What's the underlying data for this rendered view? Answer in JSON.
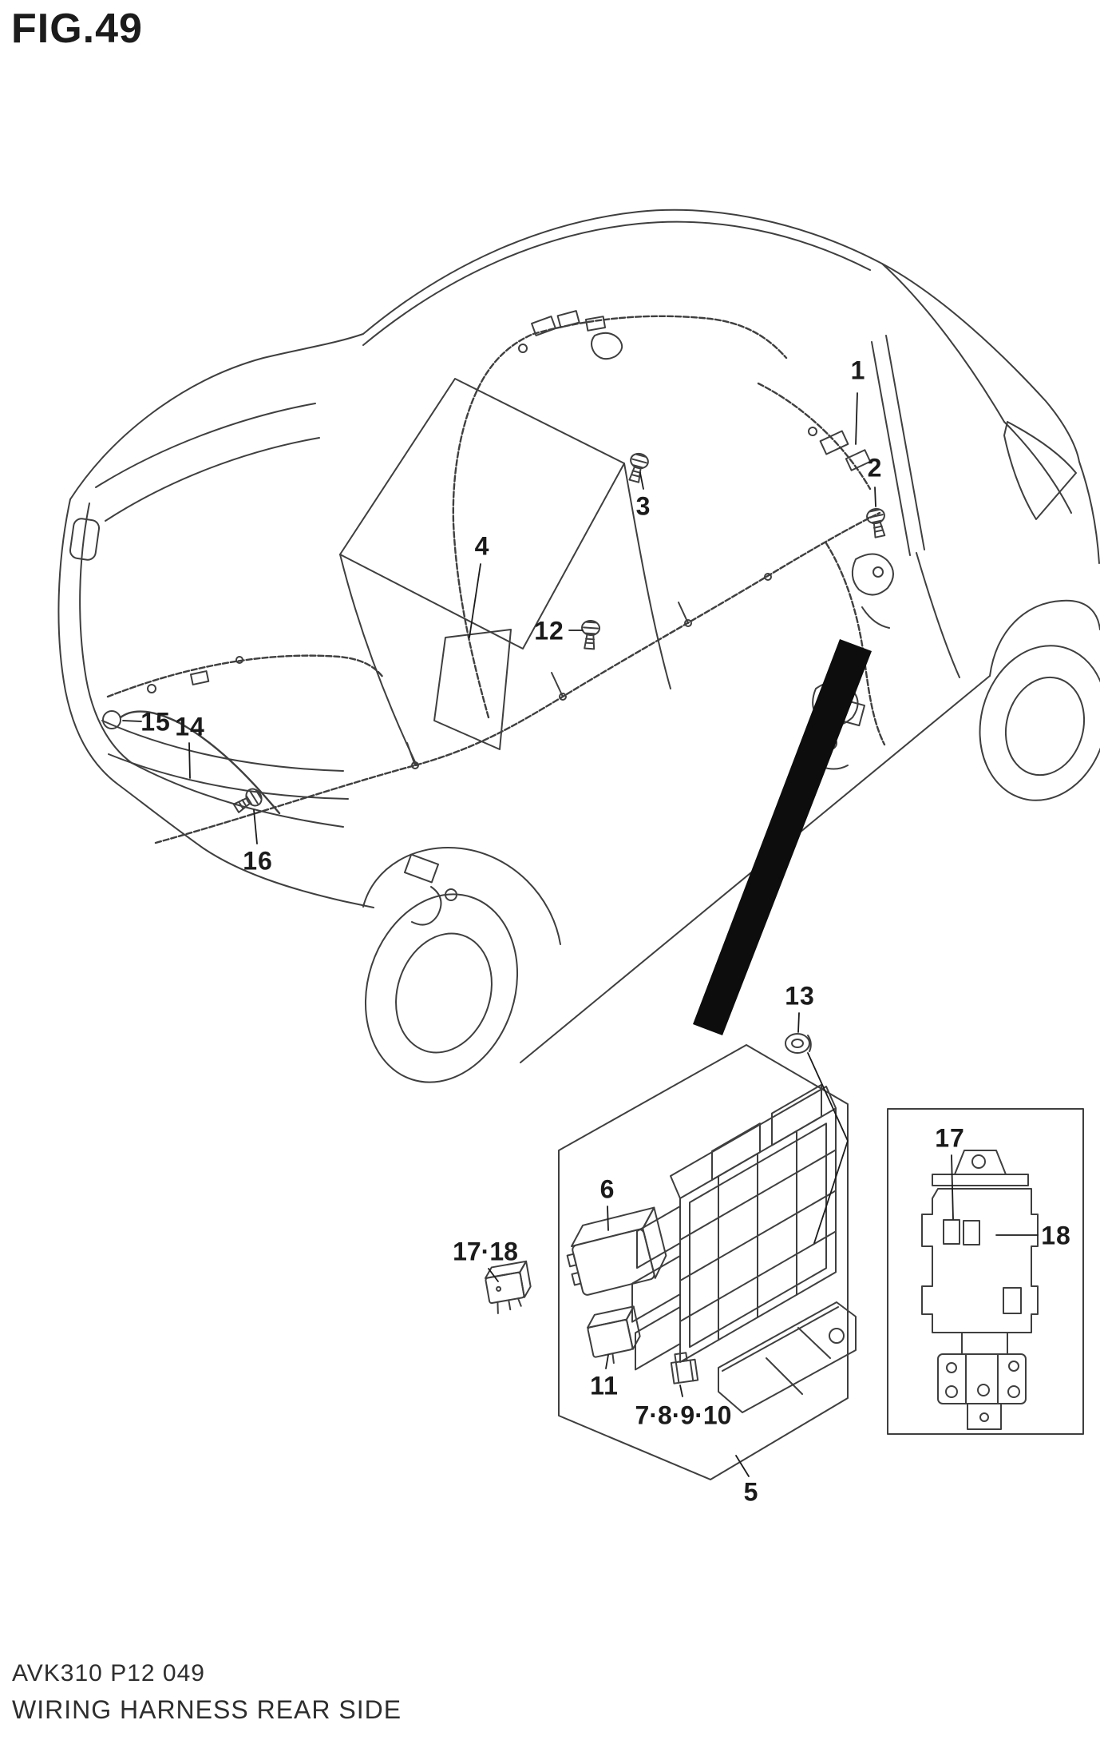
{
  "header": {
    "figure_label": "FIG.49"
  },
  "footer": {
    "code": "AVK310 P12 049",
    "caption": "WIRING HARNESS REAR SIDE"
  },
  "callouts": {
    "c1": "1",
    "c2": "2",
    "c3": "3",
    "c4": "4",
    "c5": "5",
    "c6": "6",
    "c7_10": "7·8·9·10",
    "c11": "11",
    "c12": "12",
    "c13": "13",
    "c14": "14",
    "c15": "15",
    "c16": "16",
    "c17_18": "17·18",
    "d17": "17",
    "d18": "18"
  },
  "icons": {
    "bolt": "hex-bolt-icon",
    "grommet": "grommet-icon",
    "ring_clip": "ring-clip-icon",
    "relay_large": "relay-box-icon",
    "relay_small": "micro-relay-icon",
    "fuse": "mini-fuse-icon",
    "junction_block": "junction-block-icon",
    "pointer": "pointer-arrow-icon"
  },
  "colors": {
    "line": "#3f3f3f",
    "label": "#1b1b1b",
    "arrow": "#0d0d0d",
    "background": "#ffffff"
  }
}
